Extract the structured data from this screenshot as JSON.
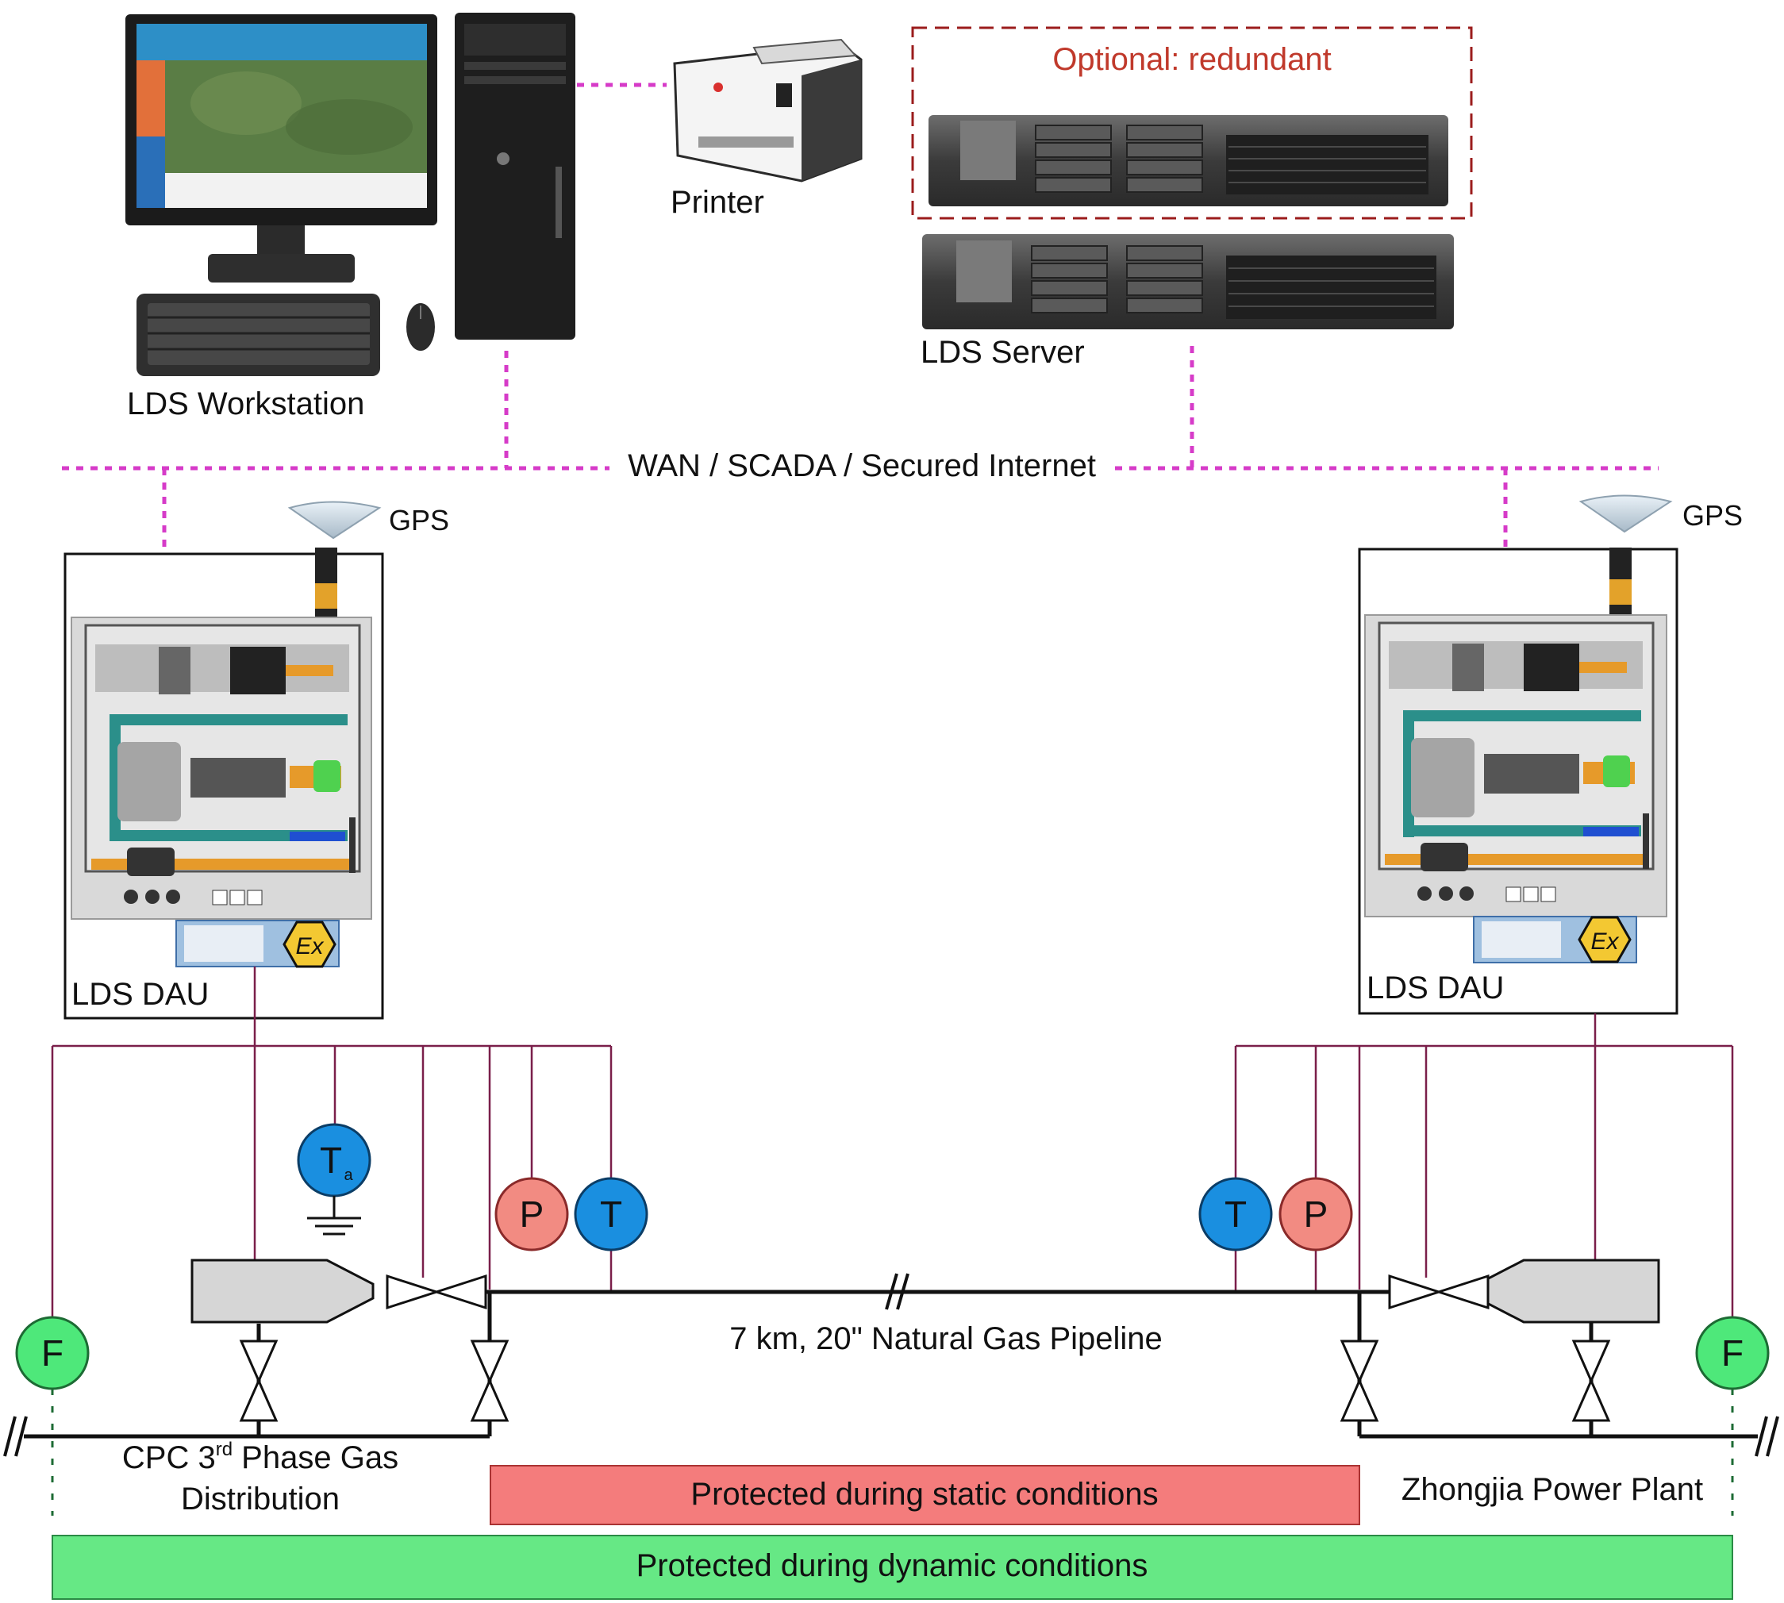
{
  "colors": {
    "network": "#d63bc8",
    "redundant_box": "#9b1c1c",
    "redundant_text": "#c0392b",
    "pressure_fill": "#f28b82",
    "temperature_fill": "#1a8fe0",
    "flow_fill": "#4ee87a",
    "static_bar": "#f47c7c",
    "dynamic_bar": "#66e885",
    "instrument_wire": "#7a1f4a",
    "pipe": "#111111"
  },
  "labels": {
    "workstation": "LDS Workstation",
    "printer": "Printer",
    "redundant": "Optional: redundant",
    "server": "LDS Server",
    "network": "WAN / SCADA / Secured Internet",
    "gps_left": "GPS",
    "gps_right": "GPS",
    "dau_left": "LDS DAU",
    "dau_right": "LDS DAU",
    "pipeline": "7 km, 20\" Natural Gas Pipeline",
    "cpc_line1": "CPC 3rd Phase Gas",
    "cpc_line2": "Distribution",
    "power_plant": "Zhongjia Power Plant",
    "static": "Protected during static conditions",
    "dynamic": "Protected during dynamic conditions"
  },
  "instruments": {
    "ta": "T",
    "ta_sub": "a",
    "p_left": "P",
    "t_left": "T",
    "t_right": "T",
    "p_right": "P",
    "f_left": "F",
    "f_right": "F"
  },
  "icons": [
    "desktop-monitor-icon",
    "keyboard-icon",
    "mouse-icon",
    "tower-pc-icon",
    "printer-icon",
    "rack-server-icon",
    "gps-antenna-icon",
    "dau-cabinet-icon",
    "ex-certification-icon",
    "gas-valve-icon",
    "flange-reducer-icon",
    "ground-icon",
    "pipe-break-icon"
  ]
}
